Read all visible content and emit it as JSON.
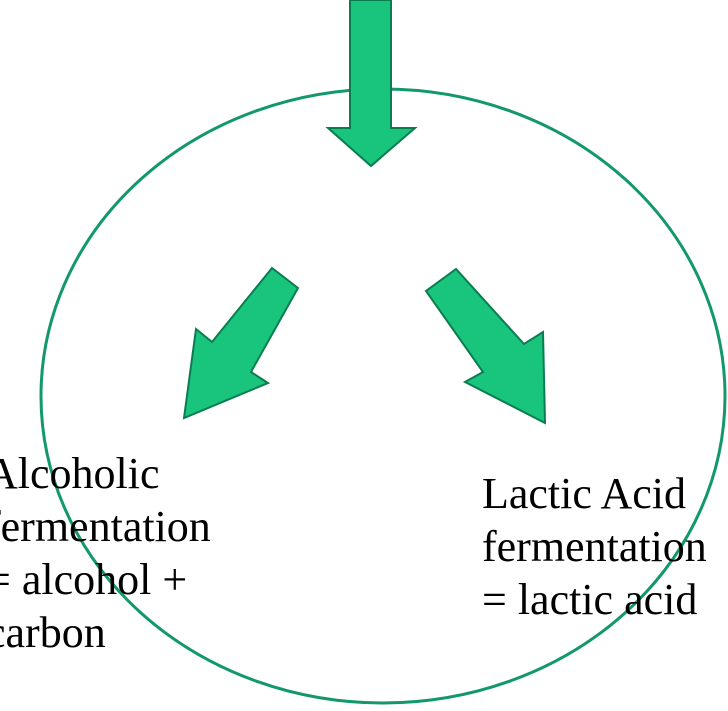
{
  "colors": {
    "background": "#ffffff",
    "arrow_fill": "#19c47d",
    "arrow_stroke": "#0a7d50",
    "circle_stroke": "#12986a",
    "text": "#000000"
  },
  "icons": [
    "down-arrow-icon",
    "down-left-arrow-icon",
    "down-right-arrow-icon"
  ],
  "alcoholic": {
    "line1": "Alcoholic",
    "line2": "fermentation",
    "line3": "= alcohol +",
    "line4": "carbon"
  },
  "lactic": {
    "line1": "Lactic Acid",
    "line2": "fermentation",
    "line3": "= lactic acid"
  }
}
